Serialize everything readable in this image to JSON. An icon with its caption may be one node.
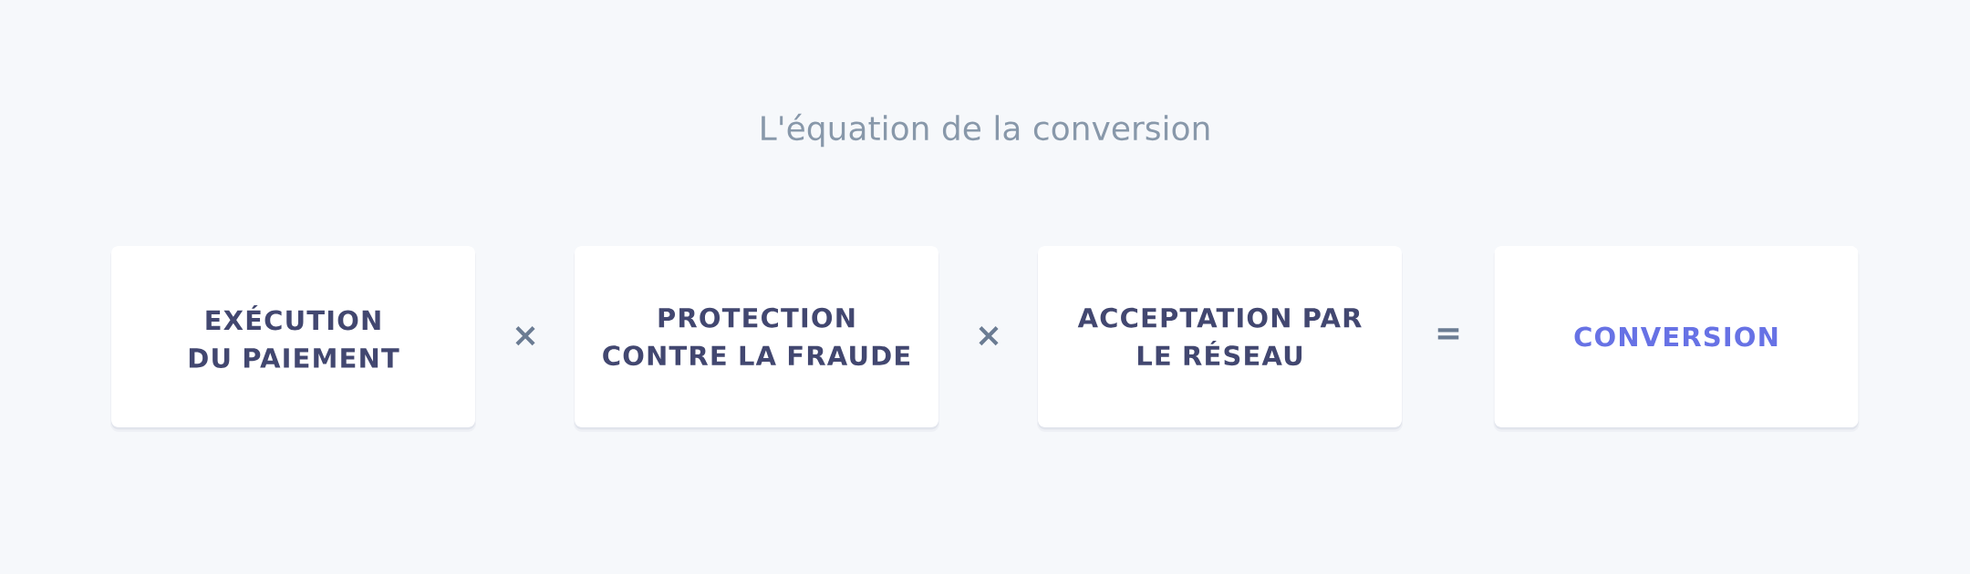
{
  "diagram": {
    "title": "L'équation de la conversion",
    "nodes": [
      {
        "text": [
          "EXÉCUTION DU PAIEMENT"
        ]
      },
      {
        "text": [
          "PROTECTION CONTRE LA FRAUDE"
        ]
      },
      {
        "text": [
          "ACCEPTATION PAR LE RÉSEAU"
        ]
      },
      {
        "text": [
          "CONVERSION"
        ]
      }
    ],
    "labels": [
      "×",
      "×",
      "="
    ]
  }
}
